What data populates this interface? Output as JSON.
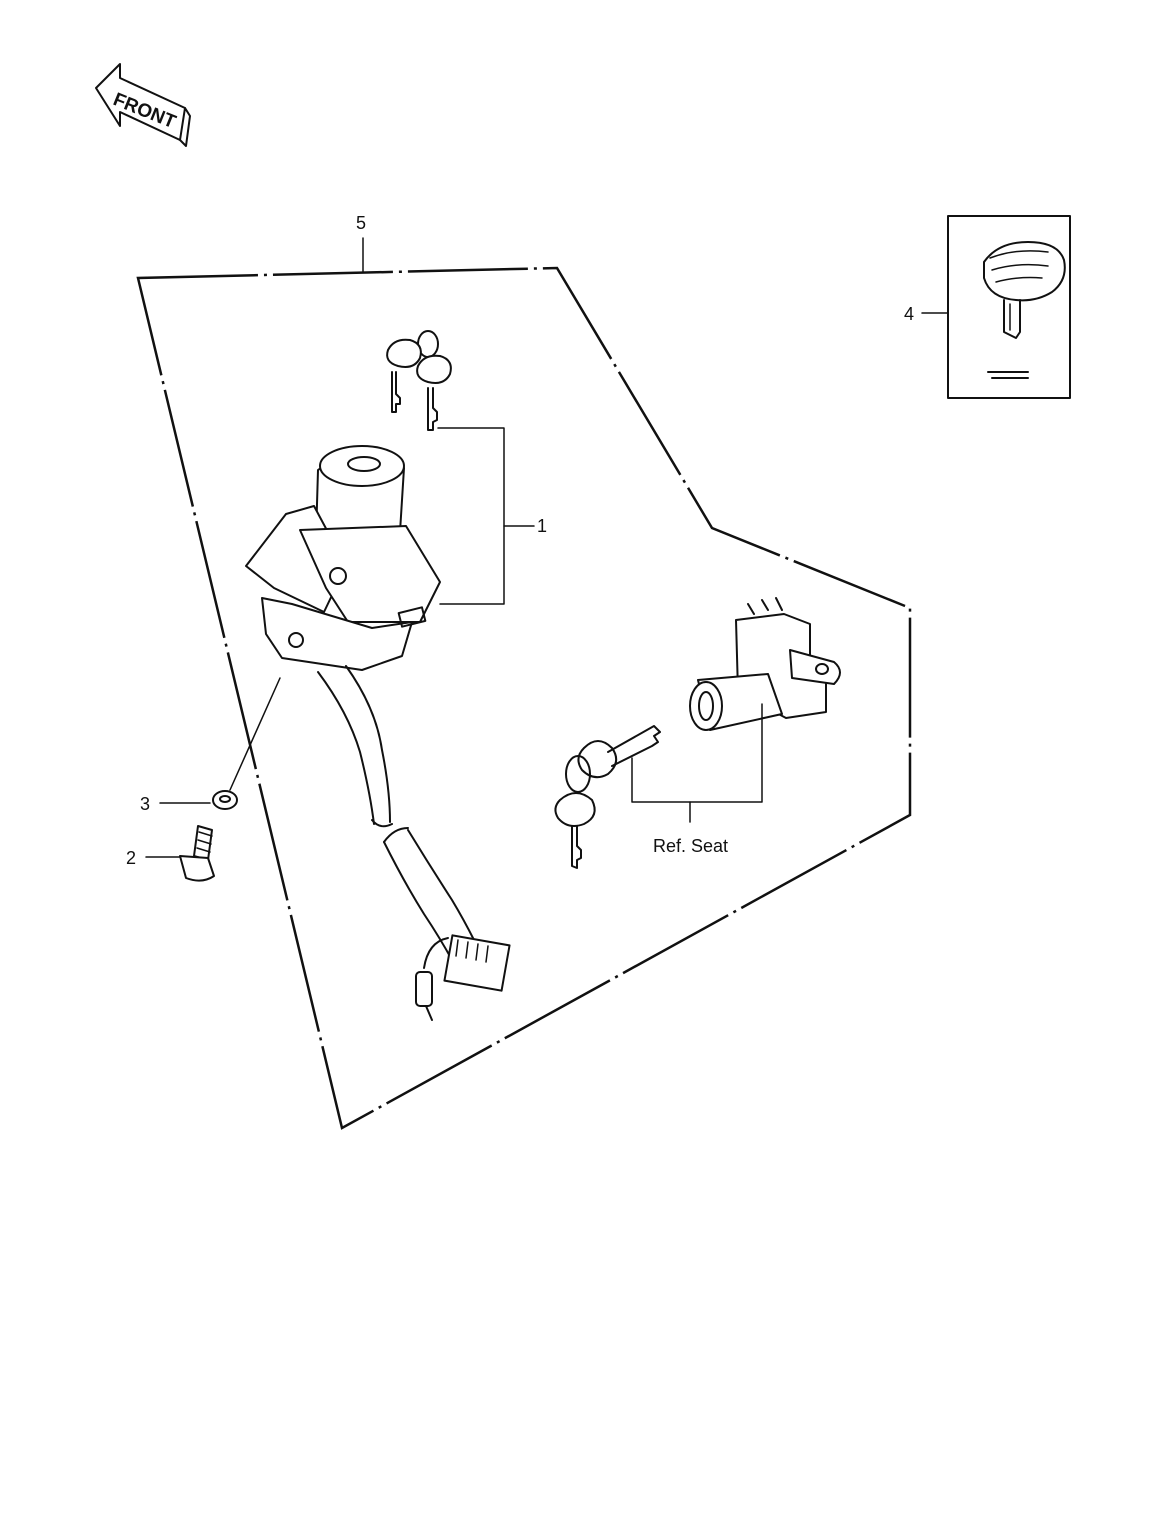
{
  "diagram": {
    "orientation_label": "FRONT",
    "reference_label": "Ref. Seat",
    "callouts": [
      {
        "id": "1",
        "label": "1"
      },
      {
        "id": "2",
        "label": "2"
      },
      {
        "id": "3",
        "label": "3"
      },
      {
        "id": "4",
        "label": "4"
      },
      {
        "id": "5",
        "label": "5"
      }
    ]
  }
}
